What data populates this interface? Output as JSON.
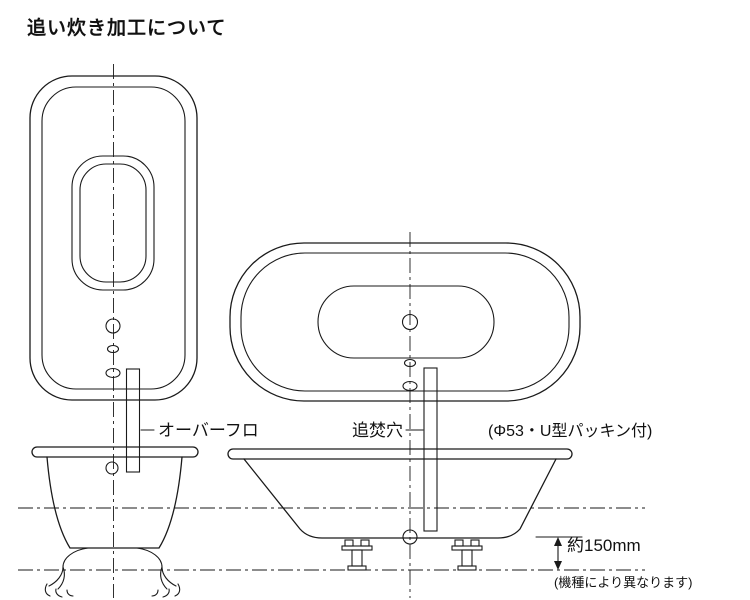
{
  "page": {
    "title": "追い炊き加工について"
  },
  "callouts": {
    "overflow_label": "オーバーフロ",
    "reheat_hole_label": "追焚穴",
    "packing_spec_label": "(Φ53・U型パッキン付)"
  },
  "dimension": {
    "height_value": "約150mm",
    "height_note": "(機種により異なります)"
  },
  "colors": {
    "line": "#1a1a1a",
    "background": "#ffffff"
  }
}
